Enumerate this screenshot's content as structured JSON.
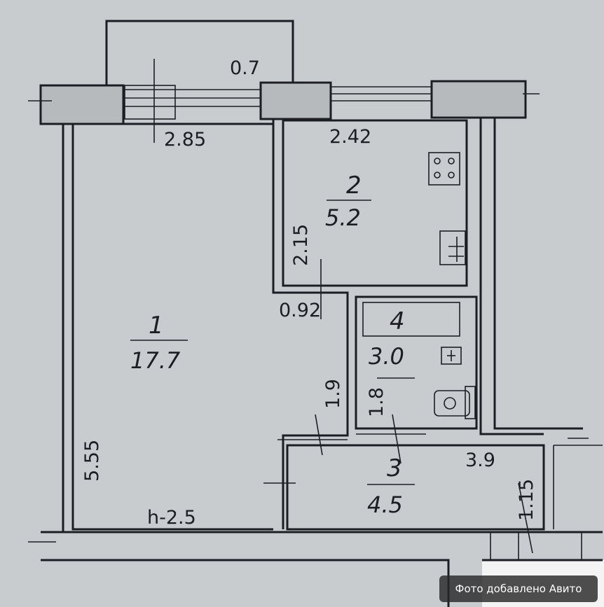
{
  "rooms": [
    {
      "number": "1",
      "area": "17.7"
    },
    {
      "number": "2",
      "area": "5.2"
    },
    {
      "number": "3",
      "area": "4.5"
    },
    {
      "number": "4",
      "area": "3.0"
    }
  ],
  "dimensions": {
    "balcony": "0.7",
    "room1_width": "2.85",
    "kitchen_width": "2.42",
    "kitchen_depth": "2.15",
    "doorway": "0.92",
    "room1_length": "5.55",
    "ceiling_height": "h-2.5",
    "corridor_height": "1.9",
    "bath_depth": "1.8",
    "hall_length": "3.9",
    "hall_depth": "1.15"
  },
  "watermark": "Фото добавлено Авито"
}
